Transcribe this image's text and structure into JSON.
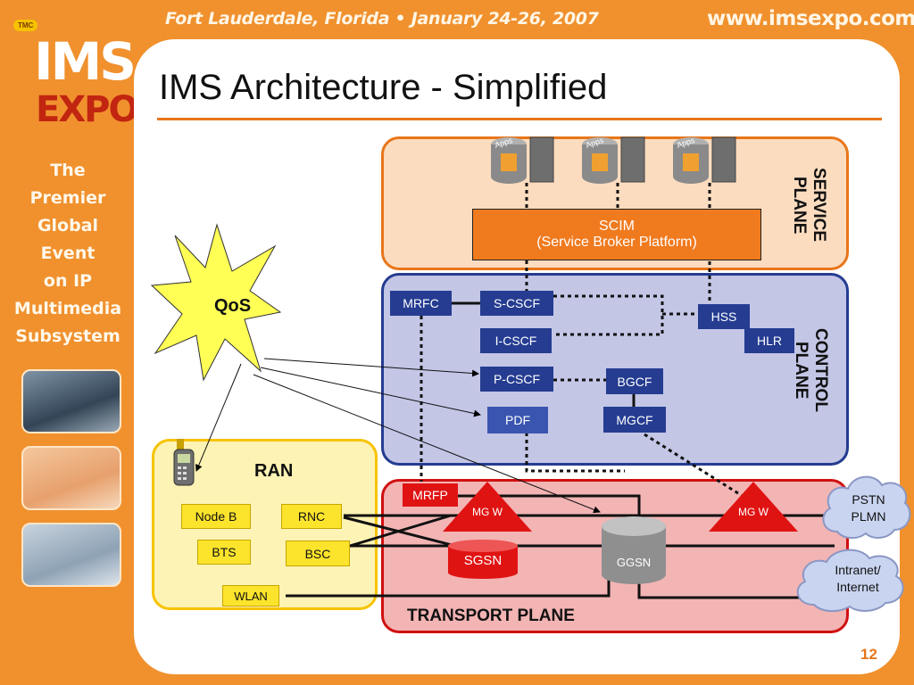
{
  "header": {
    "event": "Fort Lauderdale, Florida • January 24-26, 2007",
    "url": "www.imsexpo.com"
  },
  "logo": {
    "badge": "TMC",
    "main": "IMS",
    "sub": "EXPO"
  },
  "tagline": [
    "The Premier",
    "Global Event",
    "on IP",
    "Multimedia",
    "Subsystem"
  ],
  "slide": {
    "title": "IMS Architecture - Simplified",
    "page_number": "12"
  },
  "diagram": {
    "service_plane": {
      "label": "SERVICE PLANE",
      "apps": [
        "Apps",
        "Apps",
        "Apps"
      ],
      "scim_line1": "SCIM",
      "scim_line2": "(Service Broker Platform)"
    },
    "control_plane": {
      "label": "CONTROL PLANE",
      "mrfc": "MRFC",
      "scscf": "S-CSCF",
      "icscf": "I-CSCF",
      "pcscf": "P-CSCF",
      "pdf": "PDF",
      "hss": "HSS",
      "hlr": "HLR",
      "bgcf": "BGCF",
      "mgcf": "MGCF"
    },
    "qos": "QoS",
    "ran": {
      "label": "RAN",
      "node_b": "Node B",
      "rnc": "RNC",
      "bts": "BTS",
      "bsc": "BSC",
      "wlan": "WLAN"
    },
    "transport_plane": {
      "label": "TRANSPORT PLANE",
      "mrfp": "MRFP",
      "mgw1": "MG W",
      "mgw2": "MG W",
      "sgsn": "SGSN",
      "ggsn": "GGSN"
    },
    "clouds": {
      "pstn_line1": "PSTN",
      "pstn_line2": "PLMN",
      "intranet_line1": "Intranet/",
      "intranet_line2": "Internet"
    }
  },
  "colors": {
    "background": "#f0912e",
    "service_plane": "#fbdcbf",
    "control_plane": "#c3c6e5",
    "transport_plane": "#f3b4b4",
    "ran": "#fdf3b4",
    "node": "#253c91",
    "accent": "#e8761a",
    "mgw": "#e01313",
    "cloud": "#c9d4f0"
  }
}
